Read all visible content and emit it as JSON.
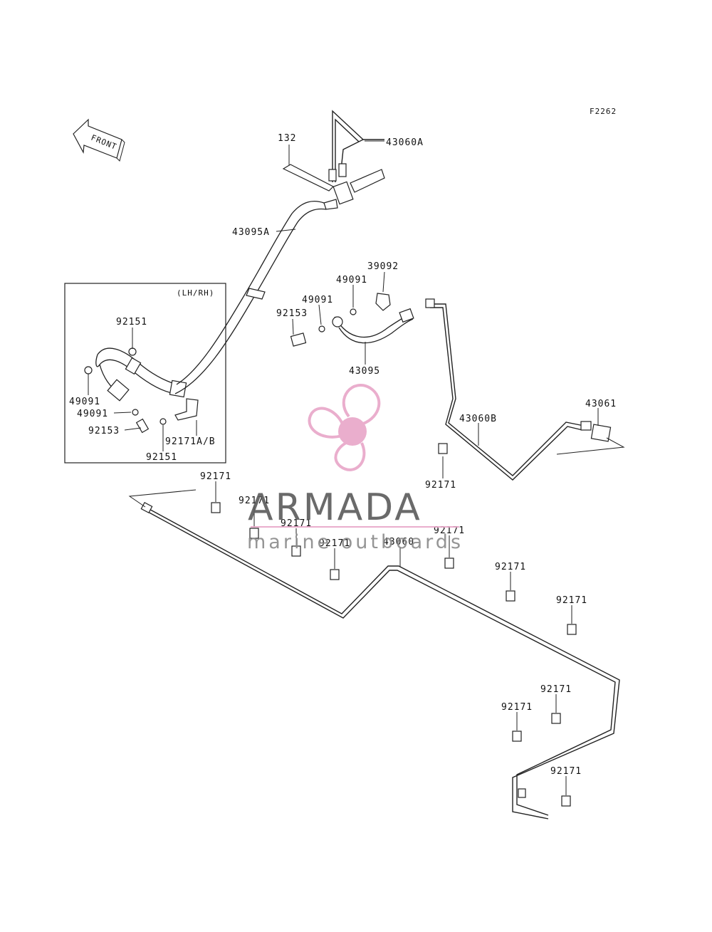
{
  "figure_code": "F2262",
  "direction_label": "FRONT",
  "inset_label": "(LH/RH)",
  "watermark": {
    "brand": "ARMADA",
    "tagline": "marine outboards",
    "accent_color": "#e8a6c8",
    "text_color": "#5a5a5a"
  },
  "callouts": [
    {
      "id": "c-132",
      "text": "132"
    },
    {
      "id": "c-43060a",
      "text": "43060A"
    },
    {
      "id": "c-43095a",
      "text": "43095A"
    },
    {
      "id": "c-39092",
      "text": "39092"
    },
    {
      "id": "c-49091-top",
      "text": "49091"
    },
    {
      "id": "c-49091-mid",
      "text": "49091"
    },
    {
      "id": "c-92153-top",
      "text": "92153"
    },
    {
      "id": "c-43095",
      "text": "43095"
    },
    {
      "id": "c-43061",
      "text": "43061"
    },
    {
      "id": "c-43060b",
      "text": "43060B"
    },
    {
      "id": "c-92171-r1",
      "text": "92171"
    },
    {
      "id": "c-92151-top",
      "text": "92151"
    },
    {
      "id": "c-49091-l1",
      "text": "49091"
    },
    {
      "id": "c-49091-l2",
      "text": "49091"
    },
    {
      "id": "c-92153-l",
      "text": "92153"
    },
    {
      "id": "c-92171ab",
      "text": "92171A/B"
    },
    {
      "id": "c-92151-bot",
      "text": "92151"
    },
    {
      "id": "c-92171-a",
      "text": "92171"
    },
    {
      "id": "c-92171-b",
      "text": "92171"
    },
    {
      "id": "c-92171-c",
      "text": "92171"
    },
    {
      "id": "c-92171-d",
      "text": "92171"
    },
    {
      "id": "c-43060",
      "text": "43060"
    },
    {
      "id": "c-92171-e",
      "text": "92171"
    },
    {
      "id": "c-92171-f",
      "text": "92171"
    },
    {
      "id": "c-92171-g",
      "text": "92171"
    },
    {
      "id": "c-92171-h",
      "text": "92171"
    },
    {
      "id": "c-92171-i",
      "text": "92171"
    },
    {
      "id": "c-92171-j",
      "text": "92171"
    }
  ]
}
